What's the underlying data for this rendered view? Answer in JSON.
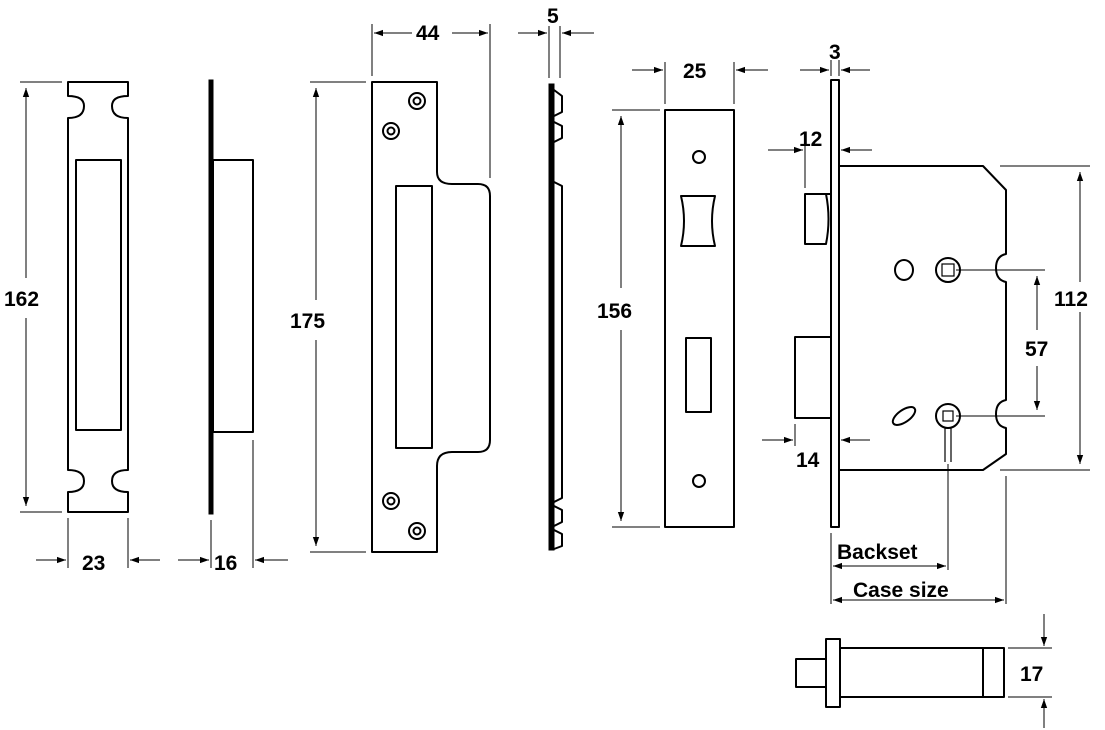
{
  "dimensions": {
    "strike_height": "162",
    "strike_width": "23",
    "strike_box_depth": "16",
    "rebate_strike_height": "175",
    "rebate_strike_width": "44",
    "rebate_plate_thickness": "5",
    "forend_height": "156",
    "forend_width": "25",
    "forend_thickness": "3",
    "latch_projection": "12",
    "deadbolt_projection": "14",
    "case_height": "112",
    "spindle_keyhole_centres": "57",
    "backset_label": "Backset",
    "case_size_label": "Case size",
    "deadbolt_thickness": "17"
  },
  "colors": {
    "line": "#000000",
    "background": "#ffffff"
  }
}
